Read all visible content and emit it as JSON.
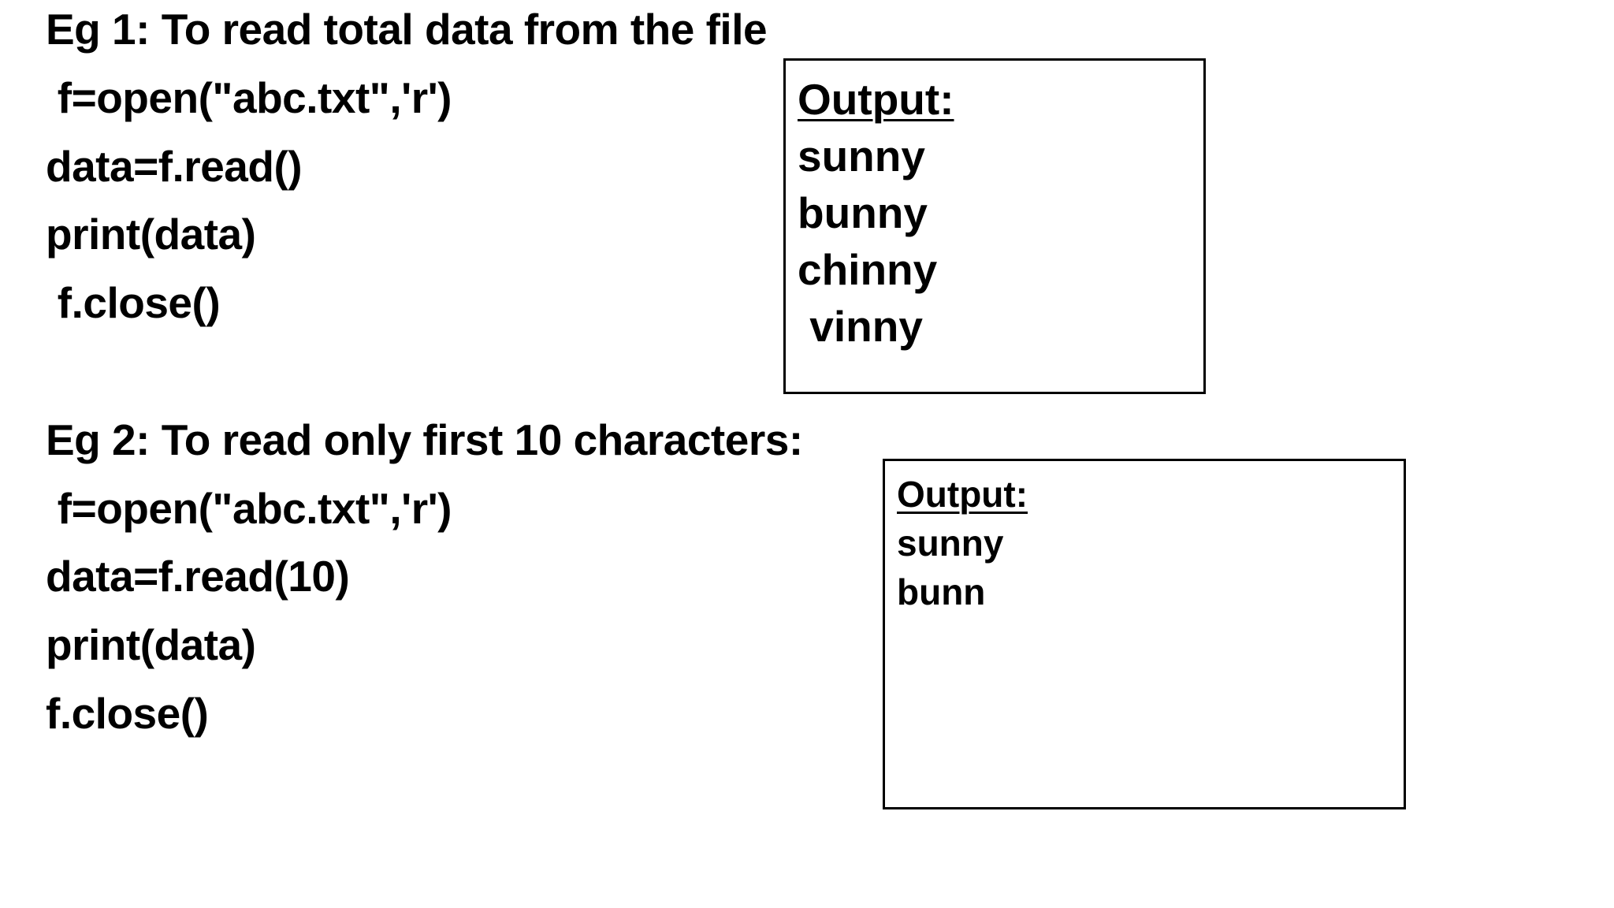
{
  "example1": {
    "heading": "Eg 1: To read total data from the file",
    "code": [
      " f=open(\"abc.txt\",'r')",
      "data=f.read()",
      "print(data)",
      " f.close()"
    ],
    "output": {
      "label": "Output:",
      "lines": [
        "sunny",
        "bunny",
        "chinny",
        " vinny"
      ]
    }
  },
  "example2": {
    "heading": "Eg 2: To read only first 10 characters:",
    "code": [
      " f=open(\"abc.txt\",'r')",
      "data=f.read(10)",
      "print(data)",
      "f.close()"
    ],
    "output": {
      "label": "Output:",
      "lines": [
        "sunny",
        "bunn"
      ]
    }
  }
}
